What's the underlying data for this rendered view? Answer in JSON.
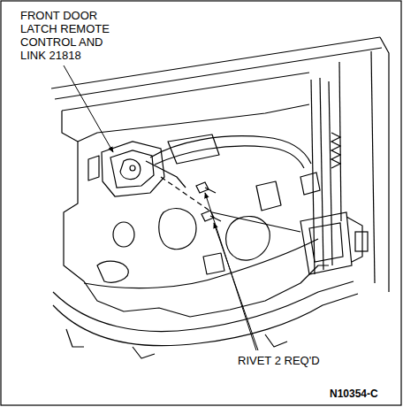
{
  "diagram": {
    "labels": [
      "FRONT DOOR LATCH REMOTE CONTROL AND LINK 21818",
      "RIVET 2 REQ'D",
      "N10354-C"
    ]
  }
}
